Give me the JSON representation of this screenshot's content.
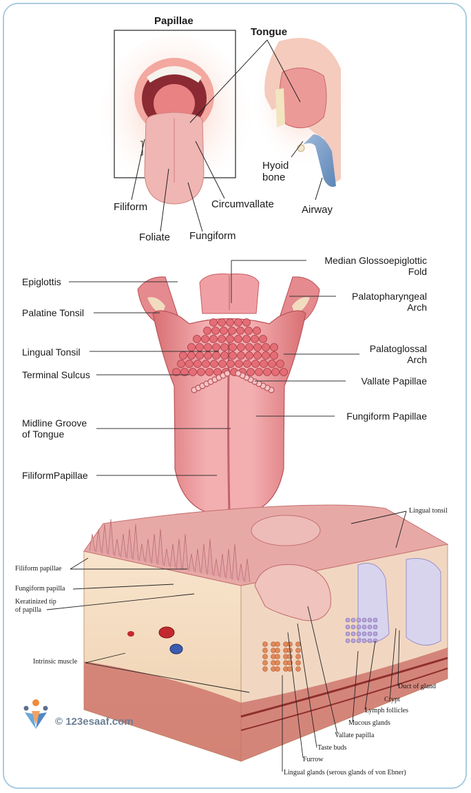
{
  "section1": {
    "papillae": "Papillae",
    "tongue": "Tongue",
    "hyoid_bone": "Hyoid\nbone",
    "airway": "Airway",
    "filiform": "Filiform",
    "circumvallate": "Circumvallate",
    "foliate": "Foliate",
    "fungiform": "Fungiform"
  },
  "section2": {
    "median_fold": "Median Glossoepiglottic\nFold",
    "epiglottis": "Epiglottis",
    "palatopharyngeal": "Palatopharyngeal\nArch",
    "palatine_tonsil": "Palatine Tonsil",
    "palatoglossal": "Palatoglossal\nArch",
    "lingual_tonsil": "Lingual Tonsil",
    "terminal_sulcus": "Terminal Sulcus",
    "vallate_papillae": "Vallate Papillae",
    "fungiform_papillae": "Fungiform Papillae",
    "midline_groove": "Midline Groove\nof Tongue",
    "filiform_papillae": "FiliformPapillae"
  },
  "section3": {
    "lingual_tonsil": "Lingual tonsil",
    "filiform_papillae": "Filiform papillae",
    "fungiform_papilla": "Fungiform papilla",
    "keratinized_tip": "Keratinized tip\nof papilla",
    "intrinsic_muscle": "Intrinsic muscle",
    "duct_of_gland": "Duct of gland",
    "crypt": "Crypt",
    "lymph_follicles": "Lymph follicles",
    "mucous_glands": "Mucous glands",
    "vallate_papilla": "Vallate papilla",
    "taste_buds": "Taste buds",
    "furrow": "Furrow",
    "lingual_glands": "Lingual glands (serous glands of von Ebner)"
  },
  "watermark": "© 123esaaf.com",
  "colors": {
    "frame": "#a8cde0",
    "tongue": "#e89a9c",
    "tongue_dark": "#c9565c",
    "tissue": "#f2d6b8",
    "muscle": "#b84a48"
  }
}
